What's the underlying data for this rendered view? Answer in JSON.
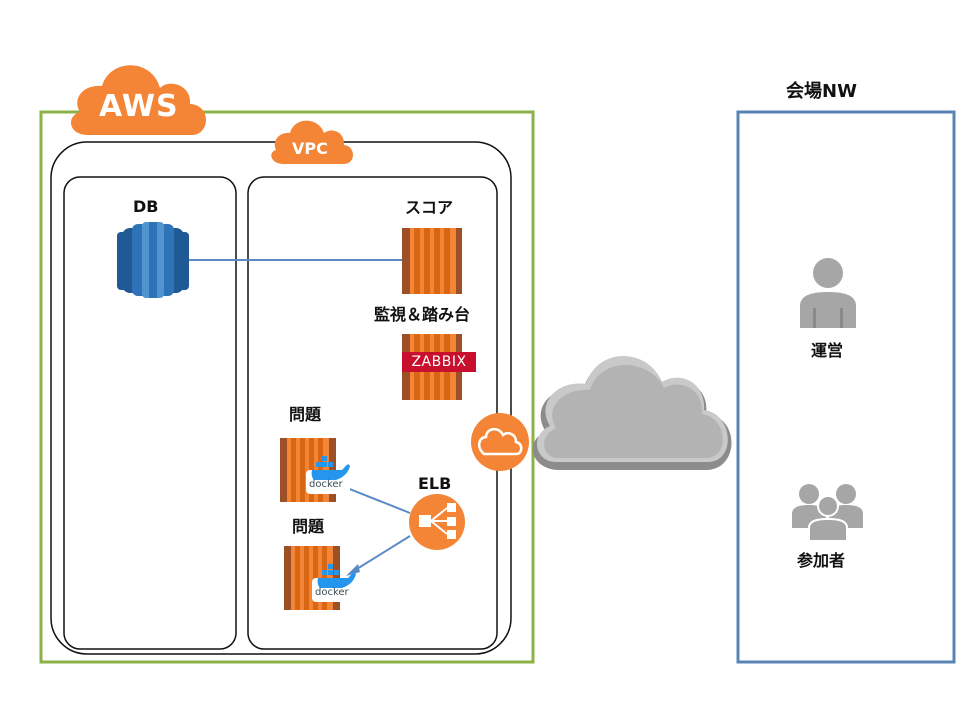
{
  "aws": {
    "label": "AWS",
    "cloud_color": "#F58536",
    "border_color": "#8CB146"
  },
  "vpc": {
    "label": "VPC"
  },
  "subnet_left": {
    "db_label": "DB"
  },
  "subnet_right": {
    "score_label": "スコア",
    "monitor_label": "監視＆踏み台",
    "zabbix_logo_text": "ZABBIX",
    "problem_label_1": "問題",
    "problem_label_2": "問題",
    "docker_text_1": "docker",
    "docker_text_2": "docker",
    "elb_label": "ELB"
  },
  "venue": {
    "title": "会場NW",
    "operator_label": "運営",
    "participant_label": "参加者",
    "border_color": "#5A84B4"
  },
  "colors": {
    "ec2_orange": "#E8772E",
    "db_blue": "#2E73B8",
    "internet_cloud": "#A6A6A6",
    "line_blue": "#5A8AC6",
    "zabbix_red": "#C8102E",
    "user_gray": "#A6A6A6"
  },
  "icons": [
    "aws-cloud-icon",
    "vpc-cloud-icon",
    "rds-db-icon",
    "ec2-instance-icon",
    "zabbix-logo-icon",
    "docker-whale-icon",
    "elb-icon",
    "internet-gateway-icon",
    "internet-cloud-icon",
    "user-icon",
    "users-icon"
  ]
}
